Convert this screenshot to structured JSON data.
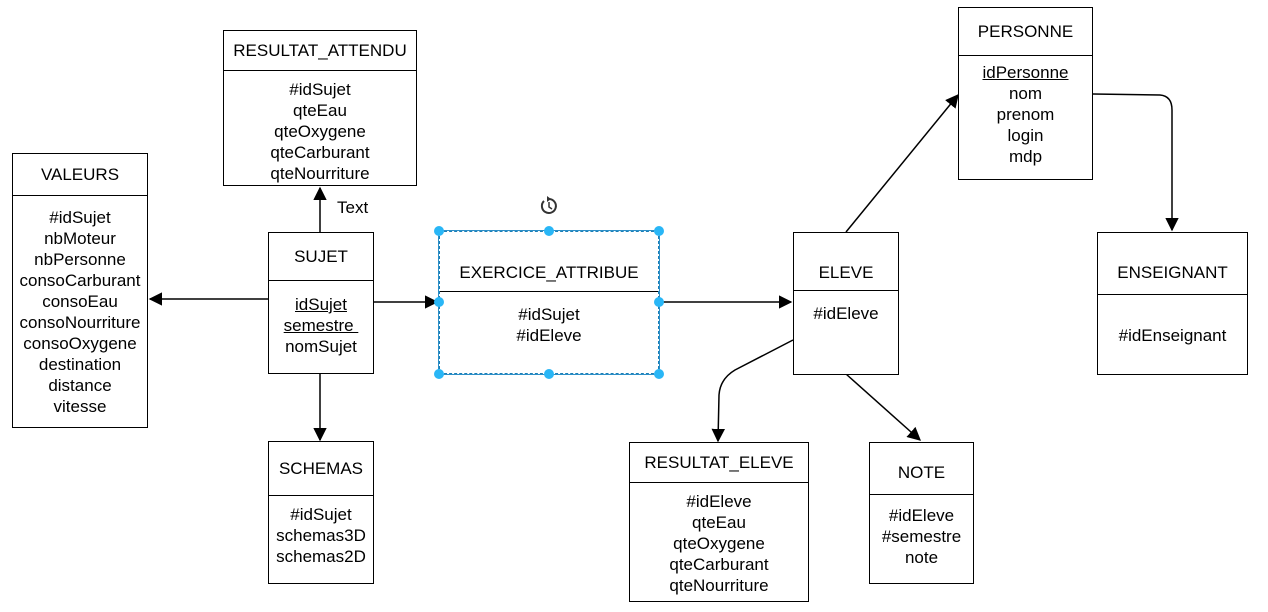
{
  "diagram": {
    "free_label": "Text",
    "entities": {
      "resultat_attendu": {
        "name": "RESULTAT_ATTENDU",
        "attributes": [
          "#idSujet",
          "qteEau",
          "qteOxygene",
          "qteCarburant",
          "qteNourriture"
        ]
      },
      "valeurs": {
        "name": "VALEURS",
        "attributes": [
          "#idSujet",
          "nbMoteur",
          "nbPersonne",
          "consoCarburant",
          "consoEau",
          "consoNourriture",
          "consoOxygene",
          "destination",
          "distance",
          "vitesse"
        ]
      },
      "sujet": {
        "name": "SUJET",
        "attributes": [
          "idSujet",
          "semestre ",
          "nomSujet"
        ]
      },
      "schemas": {
        "name": "SCHEMAS",
        "attributes": [
          "#idSujet",
          "schemas3D",
          "schemas2D"
        ]
      },
      "exercice_attribue": {
        "name": "EXERCICE_ATTRIBUE",
        "attributes": [
          "#idSujet",
          "#idEleve"
        ]
      },
      "eleve": {
        "name": "ELEVE",
        "attributes": [
          "#idEleve"
        ]
      },
      "personne": {
        "name": "PERSONNE",
        "attributes": [
          "idPersonne",
          "nom",
          "prenom",
          "login",
          "mdp"
        ]
      },
      "enseignant": {
        "name": "ENSEIGNANT",
        "attributes": [
          "#idEnseignant"
        ]
      },
      "resultat_eleve": {
        "name": "RESULTAT_ELEVE",
        "attributes": [
          "#idEleve",
          "qteEau",
          "qteOxygene",
          "qteCarburant",
          "qteNourriture"
        ]
      },
      "note": {
        "name": "NOTE",
        "attributes": [
          "#idEleve",
          "#semestre",
          "note"
        ]
      }
    },
    "icons": {
      "rotate": "rotate-icon"
    },
    "colors": {
      "selection": "#29b6f6",
      "stroke": "#000000"
    }
  }
}
